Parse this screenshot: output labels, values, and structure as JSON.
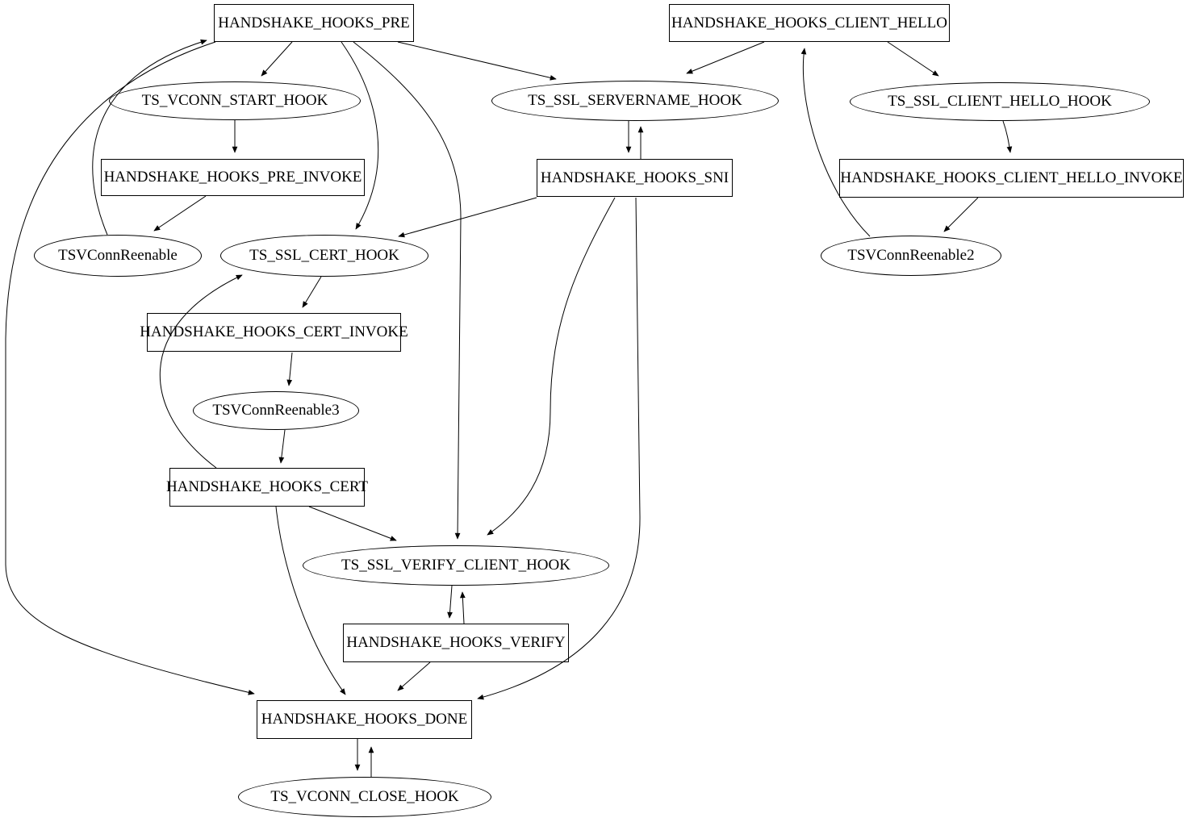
{
  "graph": {
    "background_color": "#ffffff",
    "node_stroke_color": "#000000",
    "edge_color": "#000000",
    "nodes": [
      {
        "id": "pre",
        "label": "HANDSHAKE_HOOKS_PRE",
        "shape": "box"
      },
      {
        "id": "client_hello",
        "label": "HANDSHAKE_HOOKS_CLIENT_HELLO",
        "shape": "box"
      },
      {
        "id": "vconn_start",
        "label": "TS_VCONN_START_HOOK",
        "shape": "ellipse"
      },
      {
        "id": "servername",
        "label": "TS_SSL_SERVERNAME_HOOK",
        "shape": "ellipse"
      },
      {
        "id": "client_hello_hook",
        "label": "TS_SSL_CLIENT_HELLO_HOOK",
        "shape": "ellipse"
      },
      {
        "id": "pre_invoke",
        "label": "HANDSHAKE_HOOKS_PRE_INVOKE",
        "shape": "box"
      },
      {
        "id": "sni",
        "label": "HANDSHAKE_HOOKS_SNI",
        "shape": "box"
      },
      {
        "id": "client_hello_invoke",
        "label": "HANDSHAKE_HOOKS_CLIENT_HELLO_INVOKE",
        "shape": "box"
      },
      {
        "id": "reenable",
        "label": "TSVConnReenable",
        "shape": "ellipse"
      },
      {
        "id": "cert_hook",
        "label": "TS_SSL_CERT_HOOK",
        "shape": "ellipse"
      },
      {
        "id": "reenable2",
        "label": "TSVConnReenable2",
        "shape": "ellipse"
      },
      {
        "id": "cert_invoke",
        "label": "HANDSHAKE_HOOKS_CERT_INVOKE",
        "shape": "box"
      },
      {
        "id": "reenable3",
        "label": "TSVConnReenable3",
        "shape": "ellipse"
      },
      {
        "id": "cert",
        "label": "HANDSHAKE_HOOKS_CERT",
        "shape": "box"
      },
      {
        "id": "verify_hook",
        "label": "TS_SSL_VERIFY_CLIENT_HOOK",
        "shape": "ellipse"
      },
      {
        "id": "verify",
        "label": "HANDSHAKE_HOOKS_VERIFY",
        "shape": "box"
      },
      {
        "id": "done",
        "label": "HANDSHAKE_HOOKS_DONE",
        "shape": "box"
      },
      {
        "id": "vconn_close",
        "label": "TS_VCONN_CLOSE_HOOK",
        "shape": "ellipse"
      }
    ],
    "edges": [
      {
        "from": "pre",
        "to": "vconn_start"
      },
      {
        "from": "vconn_start",
        "to": "pre_invoke"
      },
      {
        "from": "pre_invoke",
        "to": "reenable"
      },
      {
        "from": "reenable",
        "to": "pre"
      },
      {
        "from": "pre",
        "to": "servername"
      },
      {
        "from": "pre",
        "to": "cert_hook"
      },
      {
        "from": "pre",
        "to": "verify_hook"
      },
      {
        "from": "pre",
        "to": "done"
      },
      {
        "from": "client_hello",
        "to": "servername"
      },
      {
        "from": "client_hello",
        "to": "client_hello_hook"
      },
      {
        "from": "client_hello_hook",
        "to": "client_hello_invoke"
      },
      {
        "from": "client_hello_invoke",
        "to": "reenable2"
      },
      {
        "from": "reenable2",
        "to": "client_hello"
      },
      {
        "from": "servername",
        "to": "sni"
      },
      {
        "from": "sni",
        "to": "servername"
      },
      {
        "from": "sni",
        "to": "cert_hook"
      },
      {
        "from": "sni",
        "to": "verify_hook"
      },
      {
        "from": "sni",
        "to": "done"
      },
      {
        "from": "cert_hook",
        "to": "cert_invoke"
      },
      {
        "from": "cert_invoke",
        "to": "reenable3"
      },
      {
        "from": "reenable3",
        "to": "cert"
      },
      {
        "from": "cert",
        "to": "cert_hook"
      },
      {
        "from": "cert",
        "to": "verify_hook"
      },
      {
        "from": "cert",
        "to": "done"
      },
      {
        "from": "verify_hook",
        "to": "verify"
      },
      {
        "from": "verify",
        "to": "verify_hook"
      },
      {
        "from": "verify",
        "to": "done"
      },
      {
        "from": "done",
        "to": "vconn_close"
      },
      {
        "from": "vconn_close",
        "to": "done"
      }
    ]
  }
}
